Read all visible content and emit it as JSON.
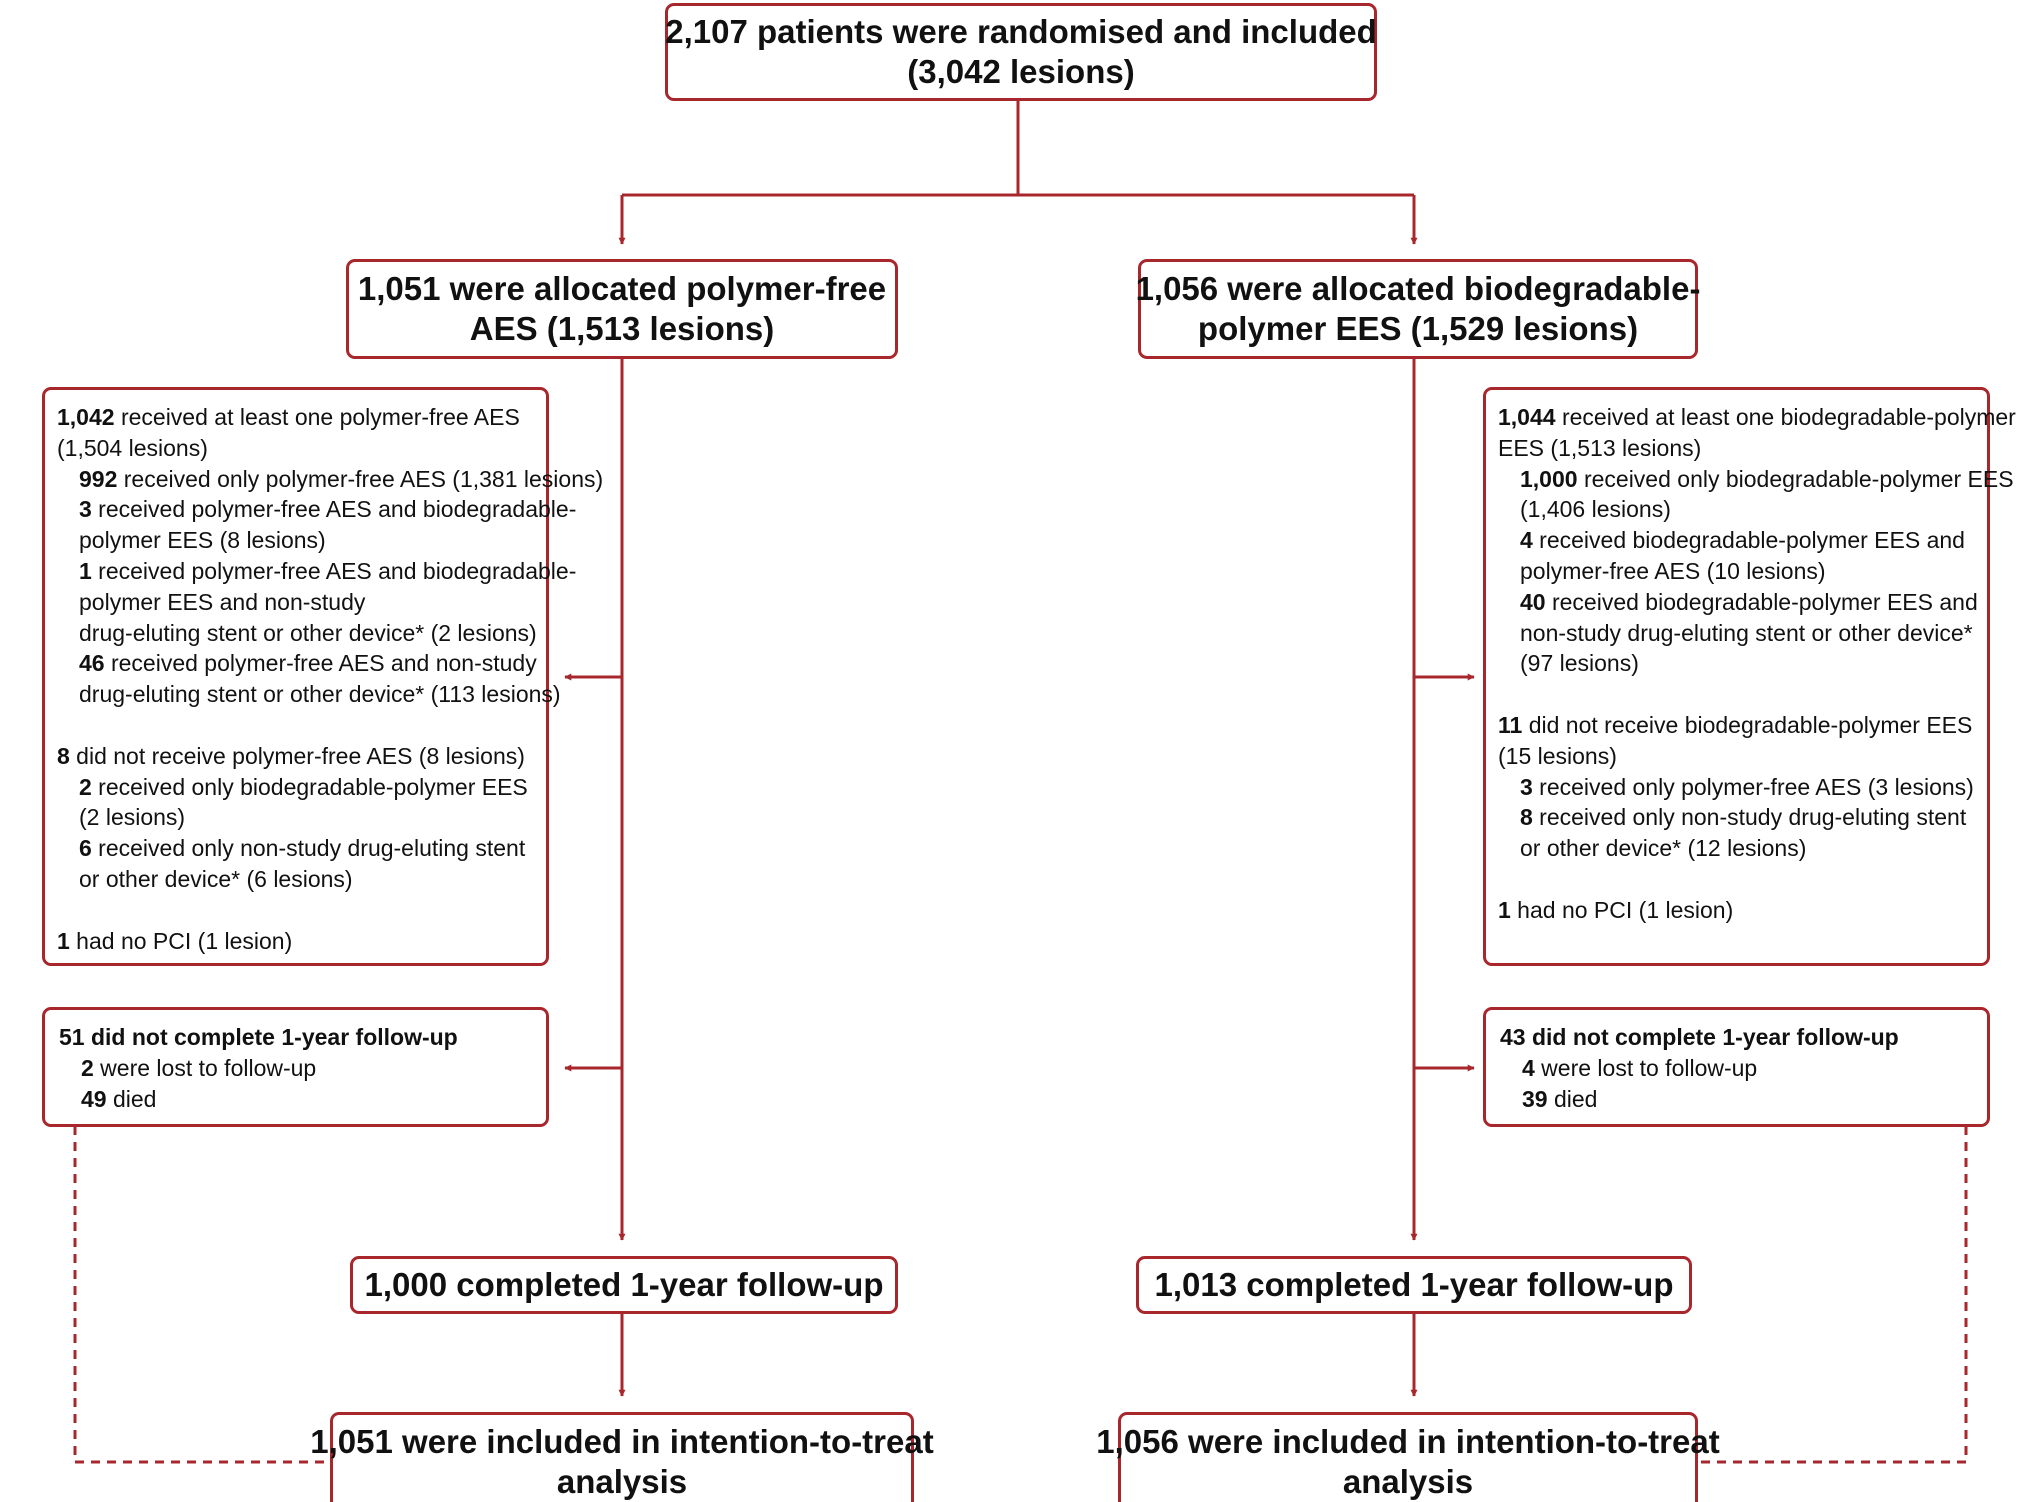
{
  "colors": {
    "accent": "#a8272d",
    "text": "#111111",
    "background": "#ffffff"
  },
  "top": {
    "line1": "2,107 patients were randomised and included",
    "line2": "(3,042 lesions)"
  },
  "left": {
    "alloc": {
      "line1": "1,051 were allocated polymer-free",
      "line2": "AES (1,513 lesions)"
    },
    "received": {
      "l1_num": "1,042",
      "l1_text": " received at least one polymer-free AES",
      "l2": "(1,504 lesions)",
      "l3_num": "992",
      "l3_text": " received only polymer-free AES (1,381 lesions)",
      "l4_num": "3",
      "l4_text": " received polymer-free AES and biodegradable-",
      "l5": "polymer EES (8 lesions)",
      "l6_num": "1",
      "l6_text": " received polymer-free AES and biodegradable-",
      "l7": "polymer EES and non-study",
      "l8": "drug-eluting stent or other device* (2 lesions)",
      "l9_num": "46",
      "l9_text": " received polymer-free AES and non-study",
      "l10": "drug-eluting stent or other device* (113 lesions)",
      "l11_num": "8",
      "l11_text": " did not receive polymer-free AES (8 lesions)",
      "l12_num": "2",
      "l12_text": " received only biodegradable-polymer EES",
      "l13": "(2 lesions)",
      "l14_num": "6",
      "l14_text": " received only non-study drug-eluting stent",
      "l15": "or other device* (6 lesions)",
      "l16_num": "1",
      "l16_text": " had no PCI (1 lesion)"
    },
    "followup_loss": {
      "l1": "51 did not complete 1-year follow-up",
      "l2_num": "2",
      "l2_text": " were lost to follow-up",
      "l3_num": "49",
      "l3_text": " died"
    },
    "completed": "1,000 completed 1-year follow-up",
    "itt": {
      "line1": "1,051 were included in intention-to-treat",
      "line2": "analysis"
    }
  },
  "right": {
    "alloc": {
      "line1": "1,056 were allocated biodegradable-",
      "line2": "polymer EES (1,529 lesions)"
    },
    "received": {
      "l1_num": "1,044",
      "l1_text": " received at least one biodegradable-polymer",
      "l2": "EES (1,513 lesions)",
      "l3_num": "1,000",
      "l3_text": " received only biodegradable-polymer EES",
      "l4": "(1,406 lesions)",
      "l5_num": "4",
      "l5_text": " received biodegradable-polymer EES and",
      "l6": "polymer-free AES (10 lesions)",
      "l7_num": "40",
      "l7_text": " received biodegradable-polymer EES and",
      "l8": "non-study drug-eluting stent or other device*",
      "l9": "(97 lesions)",
      "l10_num": "11",
      "l10_text": " did not receive biodegradable-polymer EES",
      "l11": "(15 lesions)",
      "l12_num": "3",
      "l12_text": " received only polymer-free AES (3 lesions)",
      "l13_num": "8",
      "l13_text": " received only non-study drug-eluting stent",
      "l14": "or other device* (12 lesions)",
      "l15_num": "1",
      "l15_text": " had no PCI (1 lesion)"
    },
    "followup_loss": {
      "l1": "43 did not complete 1-year follow-up",
      "l2_num": "4",
      "l2_text": " were lost to follow-up",
      "l3_num": "39",
      "l3_text": " died"
    },
    "completed": "1,013 completed 1-year follow-up",
    "itt": {
      "line1": "1,056 were included in intention-to-treat",
      "line2": "analysis"
    }
  }
}
